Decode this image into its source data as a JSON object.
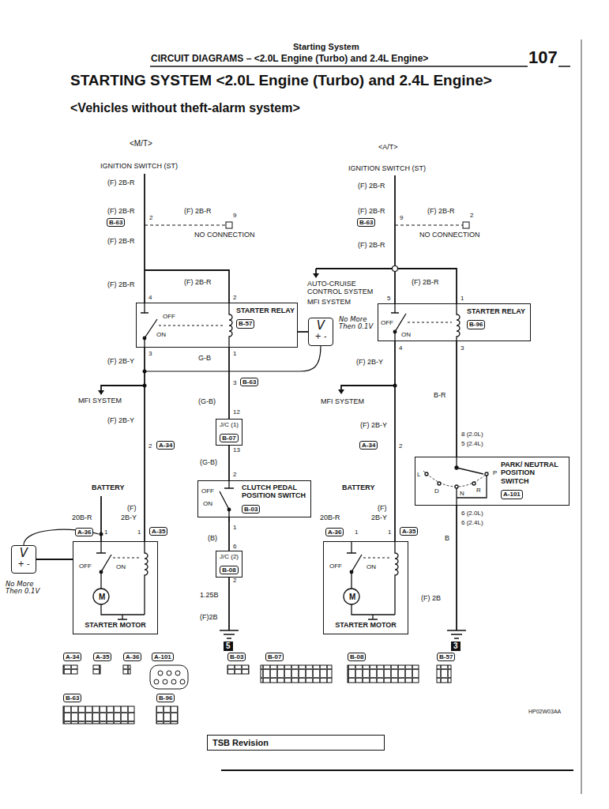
{
  "diagram": {
    "title": "STARTING SYSTEM <2.0L Engine (Turbo) and 2.4L Engine>",
    "nodes": [
      {
        "text": [
          "STARTER RELAY",
          "B-57"
        ]
      },
      {
        "text": [
          "V",
          "+ -"
        ]
      },
      {
        "text": [
          "STARTER RELAY",
          "B-96"
        ]
      },
      {
        "text": [
          "J/C (1)",
          "B-07"
        ]
      },
      {
        "text": [
          "CLUTCH PEDAL POSITION SWITCH",
          "B-03"
        ]
      },
      {
        "text": [
          "J/C (2)",
          "B-08"
        ]
      },
      {
        "text": [
          "STARTER MOTOR"
        ]
      },
      {
        "text": [
          "V",
          "+ -"
        ]
      },
      {
        "text": [
          "STARTER MOTOR"
        ]
      },
      {
        "text": [
          "PARK/ NEUTRAL POSITION SWITCH",
          "A-101"
        ]
      },
      {
        "text": [
          "TSB Revision"
        ]
      }
    ],
    "edges": [
      {
        "from": 0,
        "to": 3,
        "arrow": "none"
      },
      {
        "from": 3,
        "to": 4,
        "arrow": "none"
      },
      {
        "from": 4,
        "to": 5,
        "arrow": "none"
      },
      {
        "from": 0,
        "to": 6,
        "arrow": "none"
      },
      {
        "from": 1,
        "to": 0,
        "arrow": "none"
      },
      {
        "from": 7,
        "to": 6,
        "arrow": "none"
      },
      {
        "from": 2,
        "to": 8,
        "arrow": "none"
      },
      {
        "from": 2,
        "to": 9,
        "arrow": "none"
      }
    ],
    "labels": [
      "Starting System",
      "CIRCUIT DIAGRAMS – <2.0L Engine (Turbo) and 2.4L Engine>",
      "107",
      "<Vehicles without theft-alarm system>",
      "<M/T>",
      "<A/T>",
      "IGNITION SWITCH (ST)",
      "(F) 2B-R",
      "(F) 2B-R",
      "B-63",
      "2",
      "(F) 2B-R",
      "9",
      "NO CONNECTION",
      "(F) 2B-R",
      "(F) 2B-R",
      "(F) 2B-R",
      "4",
      "2",
      "OFF",
      "ON",
      "3",
      "1",
      "(F) 2B-Y",
      "G-B",
      "MFI SYSTEM",
      "(F) 2B-Y",
      "2",
      "A-34",
      "3",
      "B-63",
      "(G-B)",
      "12",
      "13",
      "(G-B)",
      "2",
      "1",
      "OFF",
      "ON",
      "(B)",
      "6",
      "2",
      "1.25B",
      "(F)2B",
      "5",
      "BATTERY",
      "(F)",
      "20B-R",
      "2B-Y",
      "A-36",
      "1",
      "1",
      "A-35",
      "OFF",
      "ON",
      "M",
      "IGNITION SWITCH (ST)",
      "(F) 2B-R",
      "(F) 2B-R",
      "B-63",
      "9",
      "(F) 2B-R",
      "2",
      "NO CONNECTION",
      "(F) 2B-R",
      "AUTO-CRUISE CONTROL SYSTEM",
      "MFI SYSTEM",
      "(F) 2B-R",
      "5",
      "1",
      "OFF",
      "ON",
      "4",
      "3",
      "(F) 2B-Y",
      "B-R",
      "MFI SYSTEM",
      "(F) 2B-Y",
      "A-34",
      "2",
      "8 (2.0L)",
      "5 (2.4L)",
      "L",
      "D",
      "N",
      "R",
      "P",
      "6 (2.0L)",
      "6 (2.4L)",
      "B",
      "(F) 2B",
      "3",
      "BATTERY",
      "(F)",
      "20B-R",
      "2B-Y",
      "A-36",
      "1",
      "1",
      "A-35",
      "OFF",
      "ON",
      "M",
      "A-34",
      "A-35",
      "A-36",
      "A-101",
      "B-03",
      "B-07",
      "B-08",
      "B-57",
      "B-63",
      "B-96",
      "HP02W03AA",
      "No More Then 0.1V",
      "No More Then 0.1V"
    ]
  }
}
